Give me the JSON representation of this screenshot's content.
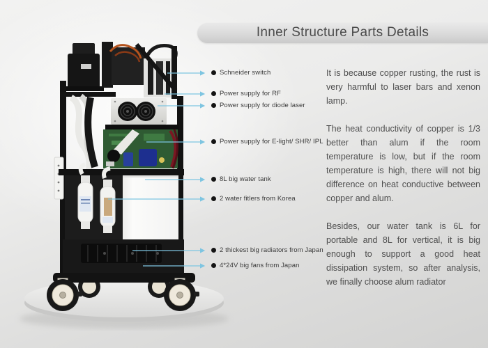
{
  "title": "Inner Structure Parts Details",
  "callouts": [
    {
      "label": "Schneider switch"
    },
    {
      "label": "Power supply for RF"
    },
    {
      "label": "Power supply for diode laser"
    },
    {
      "label": "Power supply for E-light/ SHR/ IPL"
    },
    {
      "label": "8L big water tank"
    },
    {
      "label": "2 water fitlers from Korea"
    },
    {
      "label": "2 thickest big radiators from Japan"
    },
    {
      "label": "4*24V big fans from Japan"
    }
  ],
  "description": {
    "paragraphs": [
      "It is because copper rusting, the rust is very harmful to laser bars and xenon lamp.",
      "The heat conductivity of copper is 1/3 better than alum if the room temperature is low, but if the room temperature is high, there will not big difference on heat conductive between copper and alum.",
      "Besides, our water tank is 6L for portable and 8L for vertical, it is big enough to support a good heat dissipation system, so after analysis, we finally choose alum radiator"
    ]
  },
  "colors": {
    "leader_line": "#7ec5e1",
    "bullet": "#141414",
    "ribbon_gray": "#d6d6d6",
    "title_text": "#4a4a4a",
    "body_text": "#4f4f4f",
    "pcb_green": "#2f5b33",
    "capacitor_blue": "#1d2f8f"
  }
}
